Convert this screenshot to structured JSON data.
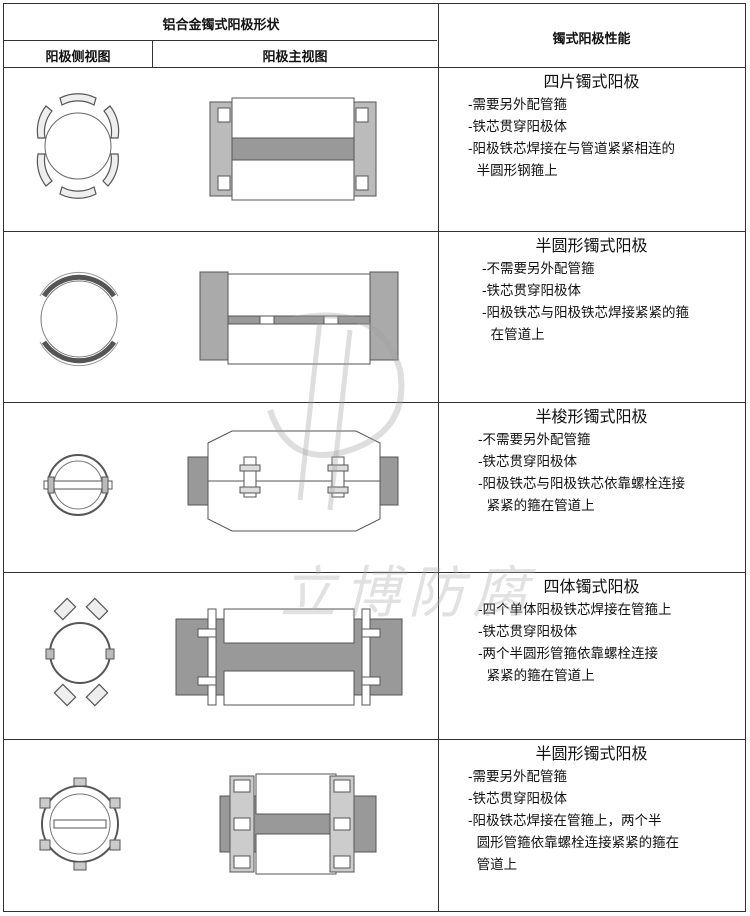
{
  "header": {
    "left_title": "铝合金镯式阳极形状",
    "side_view": "阳极侧视图",
    "main_view": "阳极主视图",
    "right_title": "镯式阳极性能"
  },
  "rows": [
    {
      "title": "四片镯式阳极",
      "items": [
        "-需要另外配管箍",
        "-铁芯贯穿阳极体",
        "-阳极铁芯焊接在与管道紧紧相连的",
        "  半圆形钢箍上"
      ]
    },
    {
      "title": "半圆形镯式阳极",
      "items": [
        "-不需要另外配管箍",
        "-铁芯贯穿阳极体",
        "-阳极铁芯与阳极铁芯焊接紧紧的箍",
        "  在管道上"
      ]
    },
    {
      "title": "半梭形镯式阳极",
      "items": [
        "-不需要另外配管箍",
        "-铁芯贯穿阳极体",
        "-阳极铁芯与阳极铁芯依靠螺栓连接",
        "  紧紧的箍在管道上"
      ]
    },
    {
      "title": "四体镯式阳极",
      "items": [
        "-四个单体阳极铁芯焊接在管箍上",
        "-铁芯贯穿阳极体",
        "-两个半圆形管箍依靠螺栓连接",
        "  紧紧的箍在管道上"
      ]
    },
    {
      "title": "半圆形镯式阳极",
      "items": [
        "-需要另外配管箍",
        "-铁芯贯穿阳极体",
        "-阳极铁芯焊接在管箍上，两个半",
        "  圆形管箍依靠螺栓连接紧紧的箍在",
        "  管道上"
      ]
    }
  ],
  "watermark": {
    "text": "立博防腐"
  }
}
